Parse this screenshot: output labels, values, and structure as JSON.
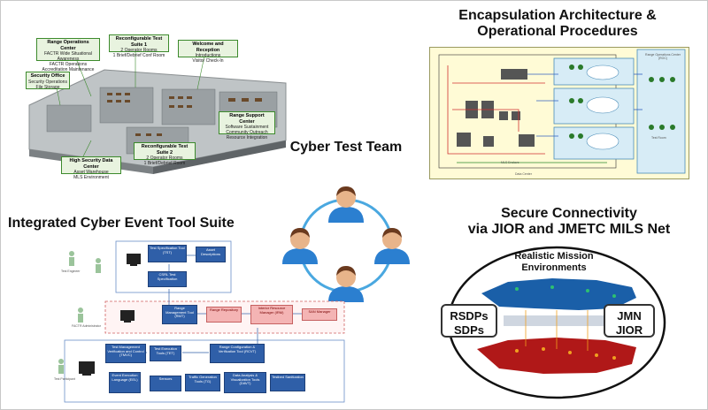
{
  "titles": {
    "encapsulation_line1": "Encapsulation Architecture &",
    "encapsulation_line2": "Operational Procedures",
    "team": "Cyber Test Team",
    "tool_suite": "Integrated Cyber Event Tool Suite",
    "secure_line1": "Secure Connectivity",
    "secure_line2": "via JIOR and JMETC MILS Net"
  },
  "floor_plan": {
    "range_ops": {
      "title": "Range Operations Center",
      "lines": [
        "FACTR Wide Situational Awareness",
        "FACTR Operations",
        "Accreditation Maintenance"
      ]
    },
    "reconfig1": {
      "title": "Reconfigurable Test Suite 1",
      "lines": [
        "2 Operator Rooms",
        "1 Brief/Debrief Conf Room"
      ]
    },
    "welcome": {
      "title": "Welcome and Reception",
      "lines": [
        "Introductions",
        "Visitor Check-In"
      ]
    },
    "security": {
      "title": "Security Office",
      "lines": [
        "Security Operations",
        "File Storage"
      ]
    },
    "support": {
      "title": "Range Support Center",
      "lines": [
        "Software Sustainment",
        "Community Outreach",
        "Resource Integration"
      ]
    },
    "reconfig2": {
      "title": "Reconfigurable Test Suite 2",
      "lines": [
        "2 Operator Rooms",
        "1 Brief/Debrief Room"
      ]
    },
    "datacenter": {
      "title": "High Security Data Center",
      "lines": [
        "Asset Warehouse",
        "MLS Environment"
      ]
    }
  },
  "arch": {
    "roc_label": "Range Operations Center (ROC)",
    "mls_label": "MLS Enclave",
    "dc_label": "Data Center",
    "test_room": "Test Room"
  },
  "tools": {
    "test_spec": "Test Specification Tool (TST)",
    "asset_desc": "Asset Descriptions",
    "csrl": "CSRL Test Specification",
    "range_mgmt": "Range Management Tool (RMT)",
    "range_repo": "Range Repository",
    "irm": "Interior Resource Manager (IRM)",
    "san": "SAN Manager",
    "tmvc": "Test Management Verification and Control (TMVC)",
    "tet": "Test Execution Tools (TET)",
    "rcvt": "Range Configuration & Verification Tool (RCVT)",
    "eel": "Event Execution Language (EEL)",
    "sensors": "Sensors",
    "traffic": "Traffic Generation Tools (TG)",
    "dav": "Data Analysis & Visualization Tools (DAVT)",
    "sanitize": "Testbed Sanitization",
    "test_engineer": "Test Engineer",
    "factr_admin": "FACTR Administrator",
    "test_participant": "Test Participant"
  },
  "connectivity": {
    "realistic_line1": "Realistic Mission",
    "realistic_line2": "Environments",
    "rsdps_line1": "RSDPs",
    "rsdps_line2": "SDPs",
    "jmn_line1": "JMN",
    "jmn_line2": "JIOR"
  },
  "colors": {
    "tool_blue": "#2f5fa8",
    "tool_pink": "#f4b4b4",
    "callout_green": "#e8f3df",
    "person_blue": "#2b7fd0",
    "skin": "#e8b48a",
    "hair": "#6b3a1e"
  }
}
